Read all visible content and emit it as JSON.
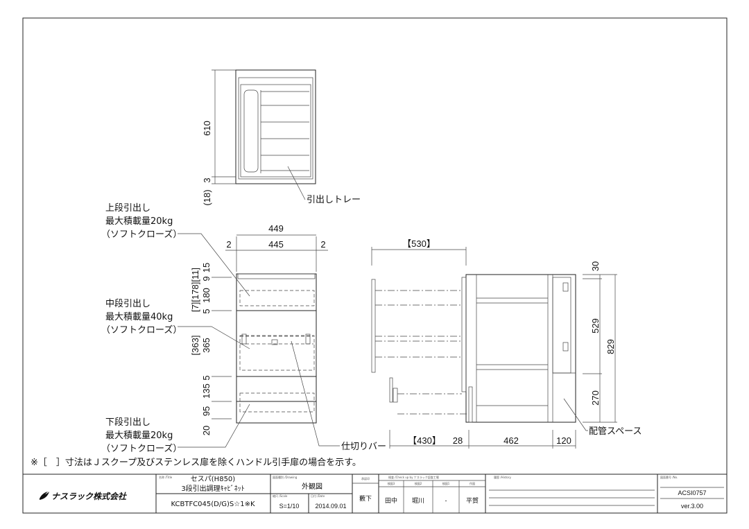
{
  "plan_view": {
    "dim_depth": "610",
    "dim_small": "3",
    "dim_back": "(18)",
    "label_tray": "引出しトレー"
  },
  "front_view": {
    "dim_outer_width": "449",
    "dim_inner_width": "445",
    "dim_side_left": "2",
    "dim_side_right": "2",
    "vertical_dims": [
      "15",
      "9",
      "180",
      "5",
      "365",
      "5",
      "135",
      "95",
      "20"
    ],
    "bracket_dims_top": "[7][178][11]",
    "bracket_dim_mid": "[363]",
    "upper_drawer": [
      "上段引出し",
      "最大積載量20kg",
      "（ソフトクローズ）"
    ],
    "middle_drawer": [
      "中段引出し",
      "最大積載量40kg",
      "（ソフトクローズ）"
    ],
    "lower_drawer": [
      "下段引出し",
      "最大積載量20kg",
      "（ソフトクローズ）"
    ],
    "label_divider": "仕切りバー"
  },
  "side_view": {
    "dim_extension": "【530】",
    "dim_lower_extension": "【430】",
    "dim_door": "28",
    "dim_body": "462",
    "dim_rear": "120",
    "dim_top": "30",
    "dim_upper": "529",
    "dim_total": "829",
    "dim_lower": "270",
    "label_piping": "配管スペース"
  },
  "note": "※［　］寸法はＪスクープ及びステンレス扉を除くハンドル引手扉の場合を示す。",
  "title_block": {
    "company": "ナスラック株式会社",
    "name_label": "名称 /Title",
    "name_line1": "セスパ(H850)",
    "name_line2": "3段引出調理ｷｬﾋﾞﾈｯﾄ",
    "model": "KCBTFC045(D/G)S☆1※K",
    "drawing_label": "図面種別 /Drawing",
    "drawing_type": "外観図",
    "scale_label": "縮尺 /Scale",
    "scale": "S=1/10",
    "date_label": "日付 /Date",
    "date": "2014.09.01",
    "approval_label": "承認印",
    "approver": "藪下",
    "check_label": "検査 /Check up by ナスラック認査工場",
    "checkers": [
      {
        "role": "検図3",
        "name": "田中"
      },
      {
        "role": "検図2",
        "name": "堀川"
      },
      {
        "role": "検図1",
        "name": "-"
      },
      {
        "role": "作図",
        "name": "平賀"
      }
    ],
    "history_label": "履歴 /History",
    "number_label": "図面番号 /No.",
    "number": "ACSI0757",
    "version": "ver.3.00"
  }
}
